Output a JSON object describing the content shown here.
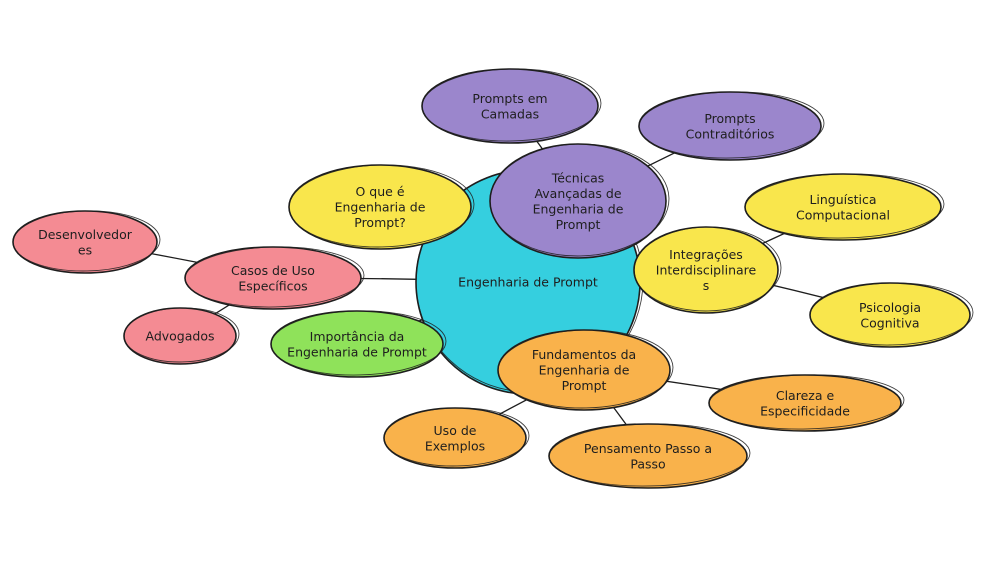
{
  "colors": {
    "stroke": "#1e1e1e",
    "background": "#ffffff",
    "cyan": "#35cfdf",
    "purple": "#9b86cc",
    "yellow": "#f9e64c",
    "pink": "#f48b93",
    "green": "#8fe25a",
    "orange": "#f9b24b"
  },
  "nodes": {
    "center": {
      "color": "cyan",
      "lines": [
        "Engenharia de Prompt"
      ]
    },
    "tecnicas": {
      "color": "purple",
      "lines": [
        "Técnicas",
        "Avançadas de",
        "Engenharia de",
        "Prompt"
      ]
    },
    "camadas": {
      "color": "purple",
      "lines": [
        "Prompts em",
        "Camadas"
      ]
    },
    "contraditorios": {
      "color": "purple",
      "lines": [
        "Prompts",
        "Contraditórios"
      ]
    },
    "oque": {
      "color": "yellow",
      "lines": [
        "O que é",
        "Engenharia de",
        "Prompt?"
      ]
    },
    "integracoes": {
      "color": "yellow",
      "lines": [
        "Integrações",
        "Interdisciplinare",
        "s"
      ]
    },
    "linguistica": {
      "color": "yellow",
      "lines": [
        "Linguística",
        "Computacional"
      ]
    },
    "psicologia": {
      "color": "yellow",
      "lines": [
        "Psicologia",
        "Cognitiva"
      ]
    },
    "casos": {
      "color": "pink",
      "lines": [
        "Casos de Uso",
        "Específicos"
      ]
    },
    "desenvolvedores": {
      "color": "pink",
      "lines": [
        "Desenvolvedor",
        "es"
      ]
    },
    "advogados": {
      "color": "pink",
      "lines": [
        "Advogados"
      ]
    },
    "importancia": {
      "color": "green",
      "lines": [
        "Importância da",
        "Engenharia de Prompt"
      ]
    },
    "fundamentos": {
      "color": "orange",
      "lines": [
        "Fundamentos da",
        "Engenharia de",
        "Prompt"
      ]
    },
    "clareza": {
      "color": "orange",
      "lines": [
        "Clareza e",
        "Especificidade"
      ]
    },
    "exemplos": {
      "color": "orange",
      "lines": [
        "Uso de",
        "Exemplos"
      ]
    },
    "pensamento": {
      "color": "orange",
      "lines": [
        "Pensamento Passo a",
        "Passo"
      ]
    }
  },
  "edges": [
    [
      "center",
      "casos"
    ],
    [
      "center",
      "importancia"
    ],
    [
      "center",
      "oque"
    ],
    [
      "center",
      "tecnicas"
    ],
    [
      "center",
      "integracoes"
    ],
    [
      "center",
      "fundamentos"
    ],
    [
      "tecnicas",
      "camadas"
    ],
    [
      "tecnicas",
      "contraditorios"
    ],
    [
      "casos",
      "desenvolvedores"
    ],
    [
      "casos",
      "advogados"
    ],
    [
      "integracoes",
      "linguistica"
    ],
    [
      "integracoes",
      "psicologia"
    ],
    [
      "fundamentos",
      "clareza"
    ],
    [
      "fundamentos",
      "exemplos"
    ],
    [
      "fundamentos",
      "pensamento"
    ]
  ]
}
